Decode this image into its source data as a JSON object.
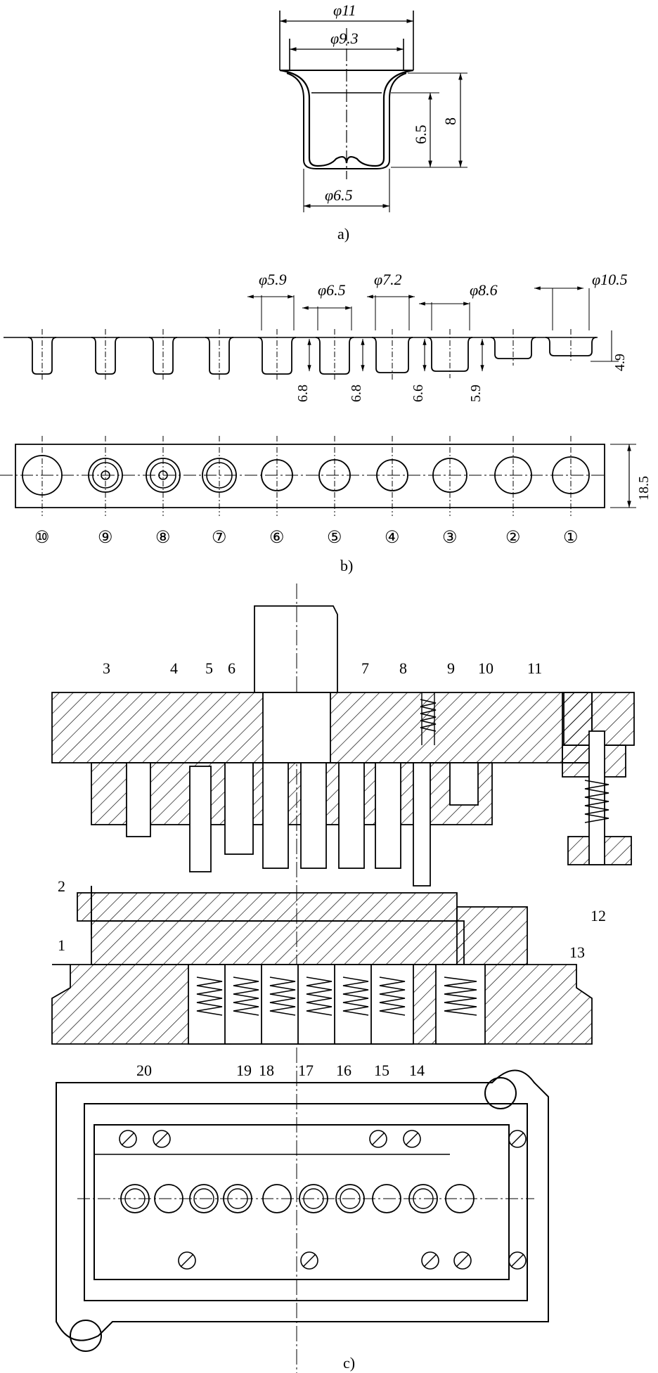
{
  "part_a": {
    "caption": "a)",
    "dims": {
      "outer_dia": "φ11",
      "flange_dia": "φ9.3",
      "body_dia": "φ6.5",
      "inner_height": "6.5",
      "total_height": "8"
    }
  },
  "part_b": {
    "caption": "b)",
    "dia_labels": [
      "φ5.9",
      "φ6.5",
      "φ7.2",
      "φ8.6",
      "φ10.5"
    ],
    "height_labels": [
      "6.8",
      "6.8",
      "6.6",
      "5.9",
      "4.9"
    ],
    "strip_width": "18.5",
    "stations": [
      "⑩",
      "⑨",
      "⑧",
      "⑦",
      "⑥",
      "⑤",
      "④",
      "③",
      "②",
      "①"
    ]
  },
  "part_c": {
    "caption": "c)",
    "callouts_top": [
      "3",
      "4",
      "5",
      "6",
      "7",
      "8",
      "9",
      "10",
      "11"
    ],
    "callouts_bottom": [
      "20",
      "19",
      "18",
      "17",
      "16",
      "15",
      "14"
    ],
    "callouts_side": [
      "2",
      "1",
      "13",
      "12"
    ]
  }
}
